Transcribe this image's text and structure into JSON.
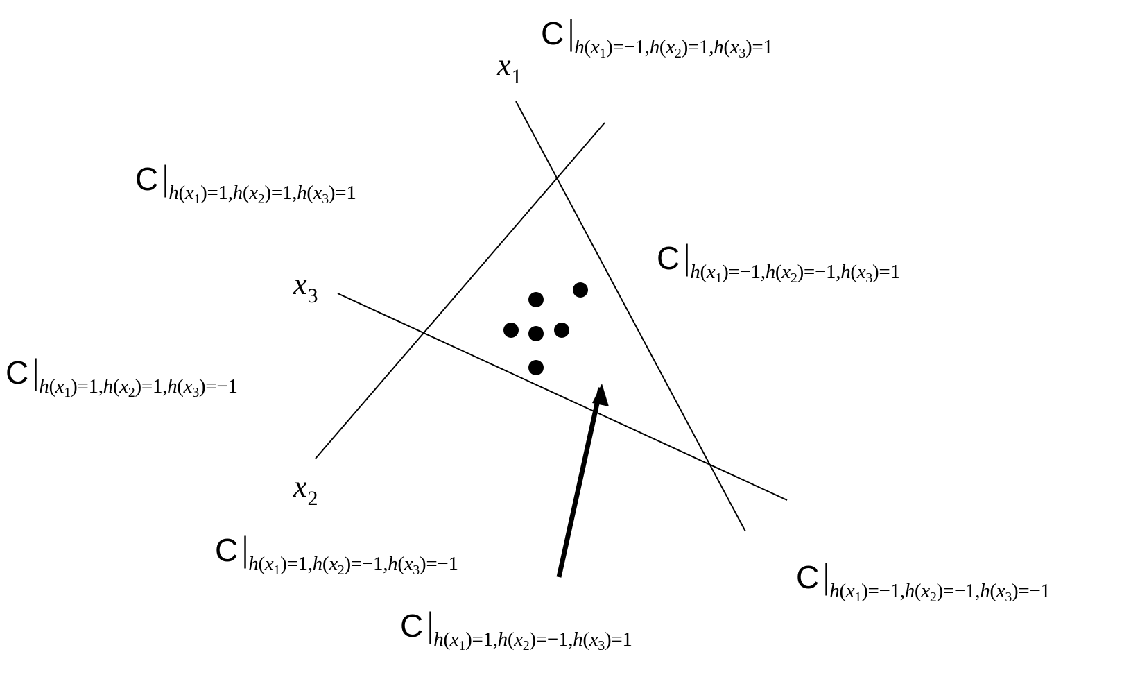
{
  "line_labels": [
    {
      "var": "x",
      "index": "1"
    },
    {
      "var": "x",
      "index": "2"
    },
    {
      "var": "x",
      "index": "3"
    }
  ],
  "regions": [
    {
      "symbol": "C",
      "separator": "|",
      "h1": "1",
      "h2": "1",
      "h3": "1"
    },
    {
      "symbol": "C",
      "separator": "|",
      "h1": "−1",
      "h2": "1",
      "h3": "1"
    },
    {
      "symbol": "C",
      "separator": "|",
      "h1": "−1",
      "h2": "−1",
      "h3": "1"
    },
    {
      "symbol": "C",
      "separator": "|",
      "h1": "1",
      "h2": "1",
      "h3": "−1"
    },
    {
      "symbol": "C",
      "separator": "|",
      "h1": "1",
      "h2": "−1",
      "h3": "−1"
    },
    {
      "symbol": "C",
      "separator": "|",
      "h1": "−1",
      "h2": "−1",
      "h3": "−1"
    },
    {
      "symbol": "C",
      "separator": "|",
      "h1": "1",
      "h2": "−1",
      "h3": "1"
    }
  ],
  "sub_tokens": {
    "fn": "h",
    "arg": "x",
    "eq": "=",
    "comma": ","
  },
  "points_count": 6,
  "colors": {
    "ink": "#000000",
    "background": "#ffffff"
  }
}
